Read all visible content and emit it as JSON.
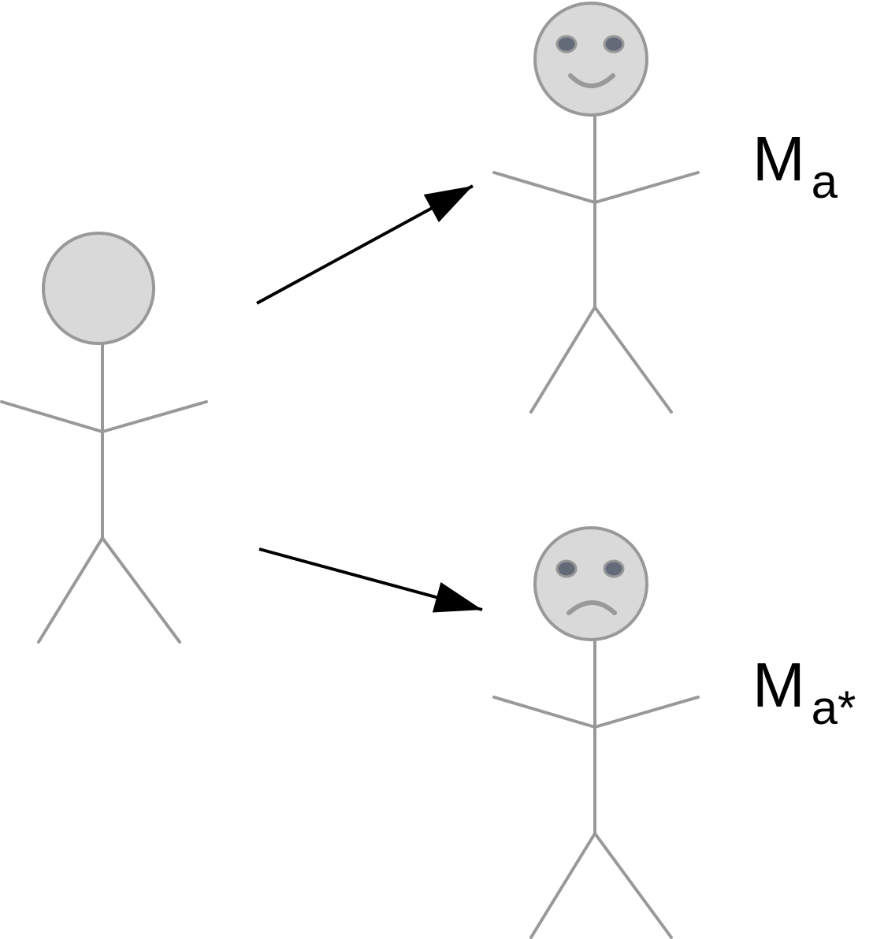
{
  "colors": {
    "figure_stroke": "#999999",
    "figure_fill": "#d9d9d9",
    "eye_fill": "#636b78",
    "arrow": "#000000",
    "text": "#000000"
  },
  "figures": {
    "source": {
      "expression": "none"
    },
    "outcome_top": {
      "expression": "smile"
    },
    "outcome_bottom": {
      "expression": "frown"
    }
  },
  "labels": {
    "top": {
      "main": "M",
      "sub": "a"
    },
    "bottom": {
      "main": "M",
      "sub": "a*"
    }
  }
}
